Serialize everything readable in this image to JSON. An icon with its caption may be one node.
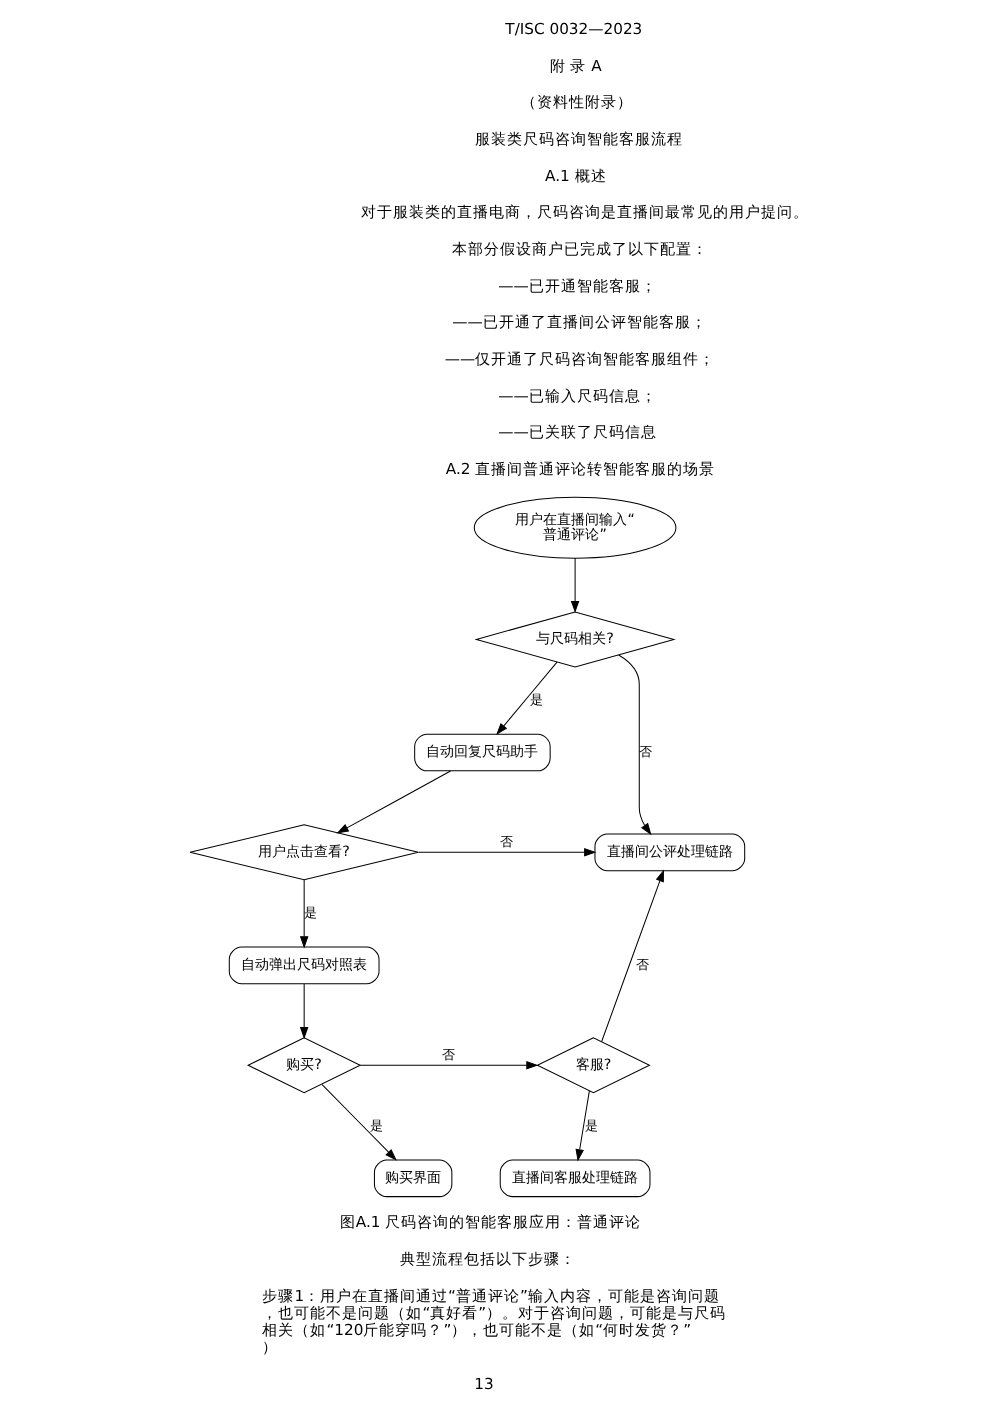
{
  "diagram": {
    "nodes": [
      {
        "text": [
          "用户在直播间输入“普通评论”"
        ]
      },
      {
        "text": [
          "与尺码相关?"
        ]
      },
      {
        "text": [
          "自动回复尺码助手"
        ]
      },
      {
        "text": [
          "用户点击查看?"
        ]
      },
      {
        "text": [
          "直播间公评处理链路"
        ]
      },
      {
        "text": [
          "自动弹出尺码对照表"
        ]
      },
      {
        "text": [
          "购买?"
        ]
      },
      {
        "text": [
          "客服?"
        ]
      },
      {
        "text": [
          "购买界面"
        ]
      },
      {
        "text": [
          "直播间客服处理链路"
        ]
      }
    ],
    "edges": [
      {
        "from": 0,
        "to": 1,
        "arrow": "to"
      },
      {
        "from": 1,
        "to": 4,
        "arrow": "to",
        "label": "否"
      },
      {
        "from": 1,
        "to": 2,
        "arrow": "to",
        "label": "是"
      },
      {
        "from": 2,
        "to": 3,
        "arrow": "to"
      },
      {
        "from": 3,
        "to": 4,
        "arrow": "to",
        "label": "否"
      },
      {
        "from": 3,
        "to": 5,
        "arrow": "to",
        "label": "是"
      },
      {
        "from": 5,
        "to": 6,
        "arrow": "to"
      },
      {
        "from": 6,
        "to": 7,
        "arrow": "to",
        "label": "否"
      },
      {
        "from": 6,
        "to": 8,
        "arrow": "to",
        "label": "是"
      },
      {
        "from": 7,
        "to": 4,
        "arrow": "to",
        "label": "否"
      },
      {
        "from": 7,
        "to": 9,
        "arrow": "to",
        "label": "是"
      }
    ],
    "labels": [
      "T/ISC 0032—2023",
      "附 录 A",
      "（资料性附录）",
      "服装类尺码咨询智能客服流程",
      "A.1 概述",
      "对于服装类的直播电商，尺码咨询是直播间最常见的用户提问。",
      "本部分假设商户已完成了以下配置：",
      "——已开通智能客服；",
      "——已开通了直播间公评智能客服；",
      "——仅开通了尺码咨询智能客服组件；",
      "——已输入尺码信息；",
      "——已关联了尺码信息",
      "A.2 直播间普通评论转智能客服的场景",
      "图A.1 尺码咨询的智能客服应用：普通评论",
      "典型流程包括以下步骤：",
      "步骤1：用户在直播间通过“普通评论”输入内容，可能是咨询问题，也可能不是问题（如“真好看”）。对于咨询问题，可能是与尺码相关（如“120斤能穿吗？”），也可能不是（如“何时发货？”）",
      "13"
    ]
  }
}
